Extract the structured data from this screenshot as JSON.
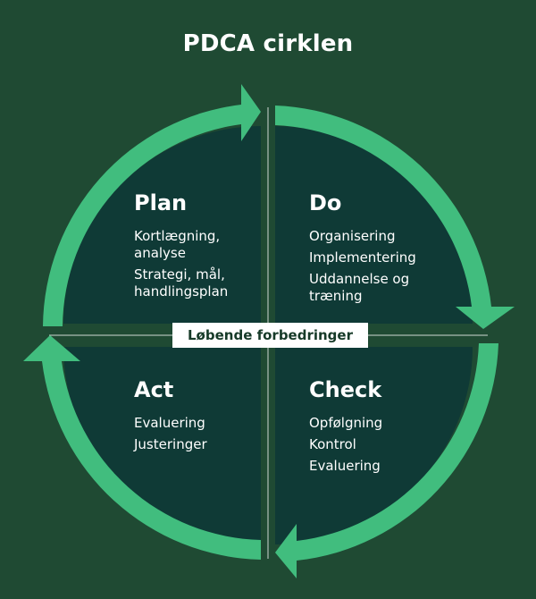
{
  "title": "PDCA cirklen",
  "center_label": "Løbende forbedringer",
  "colors": {
    "background": "#1f4a33",
    "quadrant": "#0f3a36",
    "arrow": "#41bd7e",
    "text": "#ffffff"
  },
  "quadrants": {
    "plan": {
      "heading": "Plan",
      "items": [
        "Kortlægning, analyse",
        "Strategi, mål, handlingsplan"
      ]
    },
    "do": {
      "heading": "Do",
      "items": [
        "Organisering",
        "Implementering",
        "Uddannelse og træning"
      ]
    },
    "act": {
      "heading": "Act",
      "items": [
        "Evaluering",
        "Justeringer"
      ]
    },
    "check": {
      "heading": "Check",
      "items": [
        "Opfølgning",
        "Kontrol",
        "Evaluering"
      ]
    }
  }
}
